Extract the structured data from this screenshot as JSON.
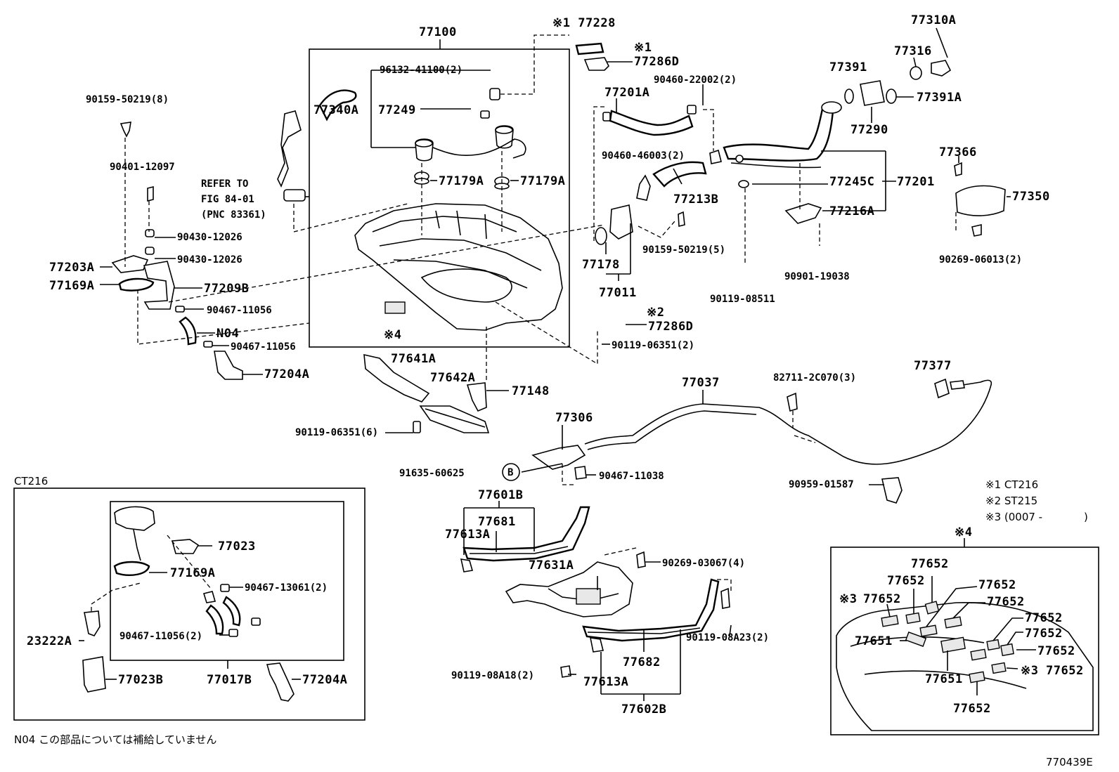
{
  "labels": [
    {
      "id": "77100",
      "text": "77100"
    },
    {
      "id": "77228",
      "text": "※1 77228"
    },
    {
      "id": "77286D_1_mark",
      "text": "※1"
    },
    {
      "id": "77286D_1",
      "text": "77286D"
    },
    {
      "id": "77310A",
      "text": "77310A"
    },
    {
      "id": "77316",
      "text": "77316"
    },
    {
      "id": "77391",
      "text": "77391"
    },
    {
      "id": "77391A",
      "text": "77391A"
    },
    {
      "id": "77290",
      "text": "77290"
    },
    {
      "id": "96132",
      "text": "96132-41100(2)"
    },
    {
      "id": "90460_22002",
      "text": "90460-22002(2)"
    },
    {
      "id": "77201A",
      "text": "77201A"
    },
    {
      "id": "90159_50219_8",
      "text": "90159-50219(8)"
    },
    {
      "id": "77340A",
      "text": "77340A"
    },
    {
      "id": "77249",
      "text": "77249"
    },
    {
      "id": "90401",
      "text": "90401-12097"
    },
    {
      "id": "refer1",
      "text": "REFER TO"
    },
    {
      "id": "refer2",
      "text": "FIG 84-01"
    },
    {
      "id": "refer3",
      "text": "(PNC 83361)"
    },
    {
      "id": "77179A_1",
      "text": "77179A"
    },
    {
      "id": "77179A_2",
      "text": "77179A"
    },
    {
      "id": "90460_46003",
      "text": "90460-46003(2)"
    },
    {
      "id": "77213B",
      "text": "77213B"
    },
    {
      "id": "77245C",
      "text": "77245C"
    },
    {
      "id": "77201",
      "text": "77201"
    },
    {
      "id": "77366",
      "text": "77366"
    },
    {
      "id": "77350",
      "text": "77350"
    },
    {
      "id": "77216A",
      "text": "77216A"
    },
    {
      "id": "90430_1",
      "text": "90430-12026"
    },
    {
      "id": "90430_2",
      "text": "90430-12026"
    },
    {
      "id": "77203A",
      "text": "77203A"
    },
    {
      "id": "77169A",
      "text": "77169A"
    },
    {
      "id": "77209B",
      "text": "77209B"
    },
    {
      "id": "90467_11056_1",
      "text": "90467-11056"
    },
    {
      "id": "N04",
      "text": "N04"
    },
    {
      "id": "90467_11056_2",
      "text": "90467-11056"
    },
    {
      "id": "77204A",
      "text": "77204A"
    },
    {
      "id": "77178",
      "text": "77178"
    },
    {
      "id": "77011",
      "text": "77011"
    },
    {
      "id": "90159_50219_5",
      "text": "90159-50219(5)"
    },
    {
      "id": "90901",
      "text": "90901-19038"
    },
    {
      "id": "90269_06013",
      "text": "90269-06013(2)"
    },
    {
      "id": "90119_08511",
      "text": "90119-08511"
    },
    {
      "id": "mark4",
      "text": "※4"
    },
    {
      "id": "77286D_2_mark",
      "text": "※2"
    },
    {
      "id": "77286D_2",
      "text": "77286D"
    },
    {
      "id": "90119_06351_2",
      "text": "90119-06351(2)"
    },
    {
      "id": "77641A",
      "text": "77641A"
    },
    {
      "id": "77642A",
      "text": "77642A"
    },
    {
      "id": "77148",
      "text": "77148"
    },
    {
      "id": "77037",
      "text": "77037"
    },
    {
      "id": "82711",
      "text": "82711-2C070(3)"
    },
    {
      "id": "77377",
      "text": "77377"
    },
    {
      "id": "90119_06351_6",
      "text": "90119-06351(6)"
    },
    {
      "id": "77306",
      "text": "77306"
    },
    {
      "id": "91635",
      "text": "91635-60625"
    },
    {
      "id": "circleB",
      "text": "B"
    },
    {
      "id": "90467_11038",
      "text": "90467-11038"
    },
    {
      "id": "90959",
      "text": "90959-01587"
    },
    {
      "id": "77601B",
      "text": "77601B"
    },
    {
      "id": "77681",
      "text": "77681"
    },
    {
      "id": "77613A_1",
      "text": "77613A"
    },
    {
      "id": "77631A",
      "text": "77631A"
    },
    {
      "id": "90269_03067",
      "text": "90269-03067(4)"
    },
    {
      "id": "90119_08A23",
      "text": "90119-08A23(2)"
    },
    {
      "id": "77682",
      "text": "77682"
    },
    {
      "id": "90119_08A18",
      "text": "90119-08A18(2)"
    },
    {
      "id": "77613A_2",
      "text": "77613A"
    },
    {
      "id": "77602B",
      "text": "77602B"
    },
    {
      "id": "ct_77023",
      "text": "77023"
    },
    {
      "id": "ct_77169A",
      "text": "77169A"
    },
    {
      "id": "ct_90467_13061",
      "text": "90467-13061(2)"
    },
    {
      "id": "ct_23222A",
      "text": "23222A"
    },
    {
      "id": "ct_90467_11056",
      "text": "90467-11056(2)"
    },
    {
      "id": "ct_77023B",
      "text": "77023B"
    },
    {
      "id": "ct_77017B",
      "text": "77017B"
    },
    {
      "id": "ct_77204A",
      "text": "77204A"
    },
    {
      "id": "p4_77652_a",
      "text": "77652"
    },
    {
      "id": "p4_77652_b",
      "text": "77652"
    },
    {
      "id": "p4_77652_c",
      "text": "77652"
    },
    {
      "id": "p4_77652_d",
      "text": "77652"
    },
    {
      "id": "p4_77652_e",
      "text": "77652"
    },
    {
      "id": "p4_77652_f",
      "text": "77652"
    },
    {
      "id": "p4_77652_g",
      "text": "77652"
    },
    {
      "id": "p4_77652_h",
      "text": "77652"
    },
    {
      "id": "p4_77652_i",
      "text": "77652"
    },
    {
      "id": "p4_77652_j",
      "text": "77652"
    },
    {
      "id": "p4_mark3a",
      "text": "※3"
    },
    {
      "id": "p4_mark3b",
      "text": "※3"
    },
    {
      "id": "p4_77651_a",
      "text": "77651"
    },
    {
      "id": "p4_77651_b",
      "text": "77651"
    }
  ],
  "panels": {
    "ct216_title": "CT216",
    "mark4_title": "※4"
  },
  "notes": {
    "n1": "※1 CT216",
    "n2": "※2 ST215",
    "n3": "※3 (0007 -",
    "n3_close": ")",
    "n04_jp": "N04 この部品については補給していません",
    "fig_code": "770439E"
  }
}
